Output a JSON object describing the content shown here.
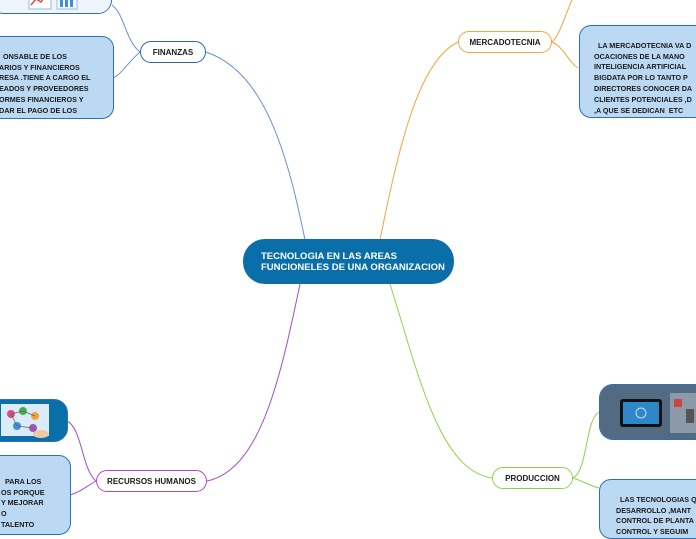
{
  "central": {
    "label": "TECNOLOGIA EN LAS AREAS FUNCIONELES DE UNA ORGANIZACION"
  },
  "branches": {
    "finanzas": {
      "label": "FINANZAS",
      "color": "#6c8fd6",
      "note": "ONSABLE DE LOS\nARIOS Y FINANCIEROS\nRESA .TIENE A CARGO EL\nEADOS Y PROVEEDORES\nORMES FINANCIEROS Y\nDAR EL PAGO DE LOS"
    },
    "mercadotecnia": {
      "label": "MERCADOTECNIA",
      "color": "#f4a53c",
      "note": "LA MERCADOTECNIA VA D\nOCACIONES DE LA MANO\nINTELIGENCIA ARTIFICIAL\nBIGDATA POR LO TANTO P\nDIRECTORES CONOCER DA\nCLIENTES POTENCIALES ,D\n,A QUE SE DEDICAN  ETC"
    },
    "recursos_humanos": {
      "label": "RECURSOS HUMANOS",
      "color": "#a84bc8",
      "note": "PARA LOS\nOS PORQUE\nY MEJORAR\nO\nTALENTO"
    },
    "produccion": {
      "label": "PRODUCCION",
      "color": "#8fd24a",
      "note": "LAS TECNOLOGIAS Q\nDESARROLLO ,MANT\nCONTROL DE PLANTA\nCONTROL Y SEGUIM"
    }
  }
}
